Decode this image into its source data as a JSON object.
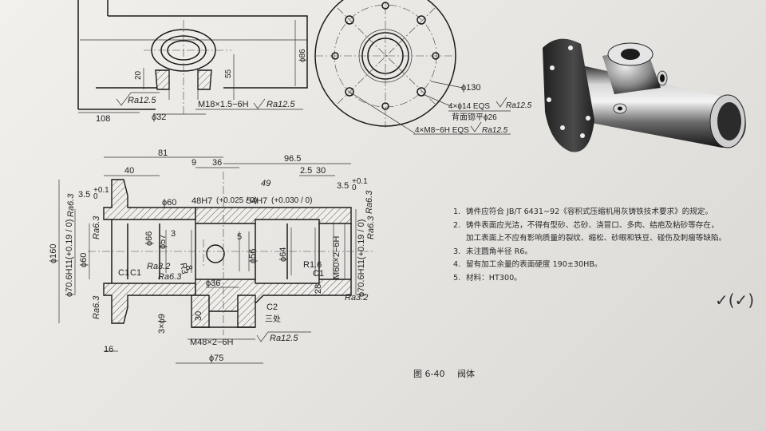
{
  "top_view": {
    "dims": {
      "d20": "20",
      "d55": "55",
      "d86": "ϕ86",
      "d32": "ϕ32",
      "d108": "108",
      "ra_left": "Ra12.5",
      "thread_m18": "M18×1.5−6H",
      "ra_thread": "Ra12.5"
    }
  },
  "flange_view": {
    "dims": {
      "d130": "ϕ130",
      "holes_4x14": "4×ϕ14 EQS",
      "ra_holes": "Ra12.5",
      "spotface": "背面锪平ϕ26",
      "holes_4xm8": "4×M8−6H EQS",
      "ra_m8": "Ra12.5"
    }
  },
  "section_view": {
    "dims": {
      "d81": "81",
      "d96_5": "96.5",
      "d40": "40",
      "d9": "9",
      "d36_top": "36",
      "d2_5": "2.5",
      "d30": "30",
      "d3_5_left": "3.5",
      "tol_left": "+0.1",
      "tol_left0": "0",
      "d3_5_right": "3.5",
      "tol_right": "+0.1",
      "tol_right0": "0",
      "ra_left_top": "Ra6.3",
      "ra_right_top": "Ra6.3",
      "phi60_top": "ϕ60",
      "fit48": "48H7",
      "tol48": "(+0.025 / 0)",
      "fit54": "54H7",
      "tol54": "(+0.030 / 0)",
      "phi160": "ϕ160",
      "phi70_left": "ϕ70.6H11(+0.19 / 0)",
      "ra_left_mid": "Ra6.3",
      "phi60_left": "ϕ60",
      "phi66": "ϕ66",
      "phi57": "ϕ57",
      "d3": "3",
      "d5": "5",
      "phi56": "ϕ56",
      "phi64": "ϕ64",
      "ra32_a": "Ra3.2",
      "ra63_a": "Ra6.3",
      "c1_left": "C1",
      "c1_mid": "C1",
      "r3": "R3",
      "d8": "8",
      "r1_6": "R1.6",
      "c1_right": "C1",
      "phi36": "ϕ36",
      "m60": "M60×2−6H",
      "phi70_right": "ϕ70.6H11(+0.19 / 0)",
      "ra_right_mid": "Ra6.3",
      "d28": "28",
      "ra32_b": "Ra3.2",
      "ra_left_low": "Ra6.3",
      "holes3x9": "3×ϕ9",
      "d30_low": "30",
      "c2": "C2",
      "three_places": "三处",
      "m48": "M48×2−6H",
      "ra_m48": "Ra12.5",
      "phi75": "ϕ75",
      "d16": "16",
      "handwritten": "49"
    }
  },
  "notes": [
    {
      "n": "1.",
      "text": "铸件应符合 JB/T 6431−92《容积式压缩机用灰铸铁技术要求》的规定。"
    },
    {
      "n": "2.",
      "text": "铸件表面应光洁，不得有型砂、芯砂、浇冒口、多肉、结疤及粘砂等存在，"
    },
    {
      "n": "",
      "text": "加工表面上不应有影响质量的裂纹、缩松、砂眼和铁豆、碰伤及刺瘤等缺陷。"
    },
    {
      "n": "3.",
      "text": "未注圆角半径 R6。"
    },
    {
      "n": "4.",
      "text": "留有加工余量的表面硬度 190±30HB。"
    },
    {
      "n": "5.",
      "text": "材料：HT300。"
    }
  ],
  "caption": {
    "figure": "图 6-40",
    "title": "阀体"
  },
  "colors": {
    "paper": "#eceae6",
    "ink": "#1e1e1e",
    "render_dark": "#2a2a2a"
  },
  "icons": {
    "check_mark": "check-mark-icon"
  }
}
